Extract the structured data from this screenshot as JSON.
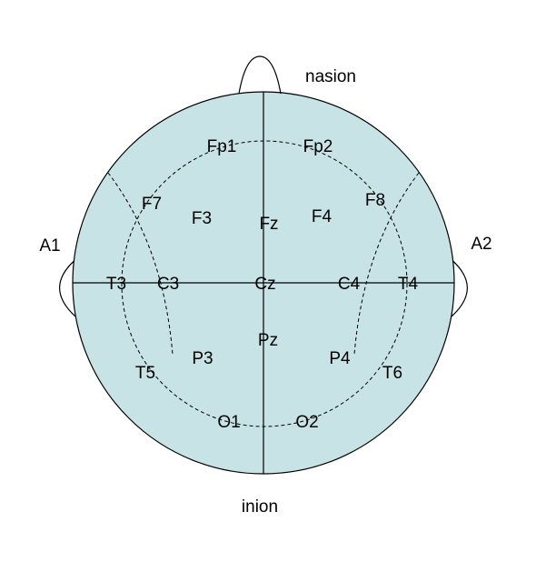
{
  "diagram": {
    "landmarks": {
      "top": "nasion",
      "bottom": "inion"
    },
    "electrodes": [
      {
        "label": "Fp1"
      },
      {
        "label": "Fp2"
      },
      {
        "label": "F7"
      },
      {
        "label": "F3"
      },
      {
        "label": "Fz"
      },
      {
        "label": "F4"
      },
      {
        "label": "F8"
      },
      {
        "label": "A1"
      },
      {
        "label": "T3"
      },
      {
        "label": "C3"
      },
      {
        "label": "Cz"
      },
      {
        "label": "C4"
      },
      {
        "label": "T4"
      },
      {
        "label": "A2"
      },
      {
        "label": "T5"
      },
      {
        "label": "P3"
      },
      {
        "label": "Pz"
      },
      {
        "label": "P4"
      },
      {
        "label": "T6"
      },
      {
        "label": "O1"
      },
      {
        "label": "O2"
      }
    ],
    "colors": {
      "head_fill": "#c7e3e5",
      "outline": "#000000",
      "background": "#ffffff"
    }
  }
}
